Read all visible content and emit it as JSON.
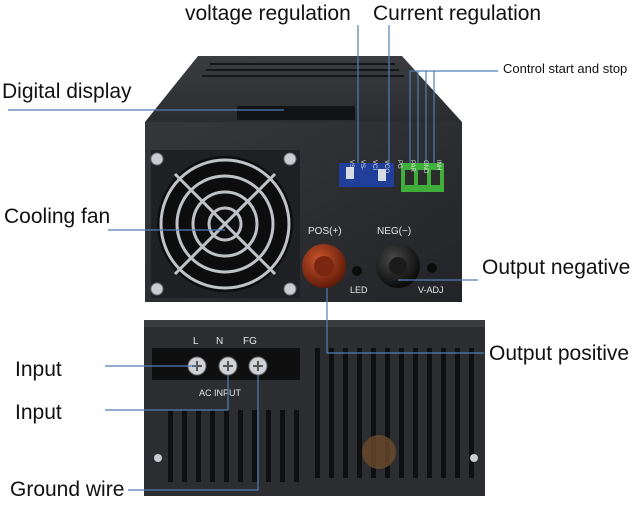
{
  "callouts": {
    "voltage_regulation": "voltage regulation",
    "current_regulation": "Current regulation",
    "control_start_stop": "Control start and stop",
    "digital_display": "Digital display",
    "cooling_fan": "Cooling fan",
    "output_negative": "Output negative",
    "output_positive": "Output positive",
    "input_1": "Input",
    "input_2": "Input",
    "ground_wire": "Ground wire"
  },
  "device_labels": {
    "pos": "POS(+)",
    "neg": "NEG(−)",
    "led": "LED",
    "vadj": "V-ADJ",
    "ac_input": "AC INPUT",
    "terminal_l": "L",
    "terminal_n": "N",
    "terminal_fg": "FG",
    "pins": [
      "VS+",
      "VS-",
      "VCI",
      "VCO",
      "PG",
      "PAR",
      "GND",
      "INH"
    ]
  },
  "colors": {
    "chassis": "#2b2d30",
    "chassis_dark": "#1a1b1d",
    "knob_red": "#8c2a12",
    "terminal_green": "#3fae3a",
    "dip_blue": "#1f3f9a",
    "leader": "#4f7fb5"
  }
}
